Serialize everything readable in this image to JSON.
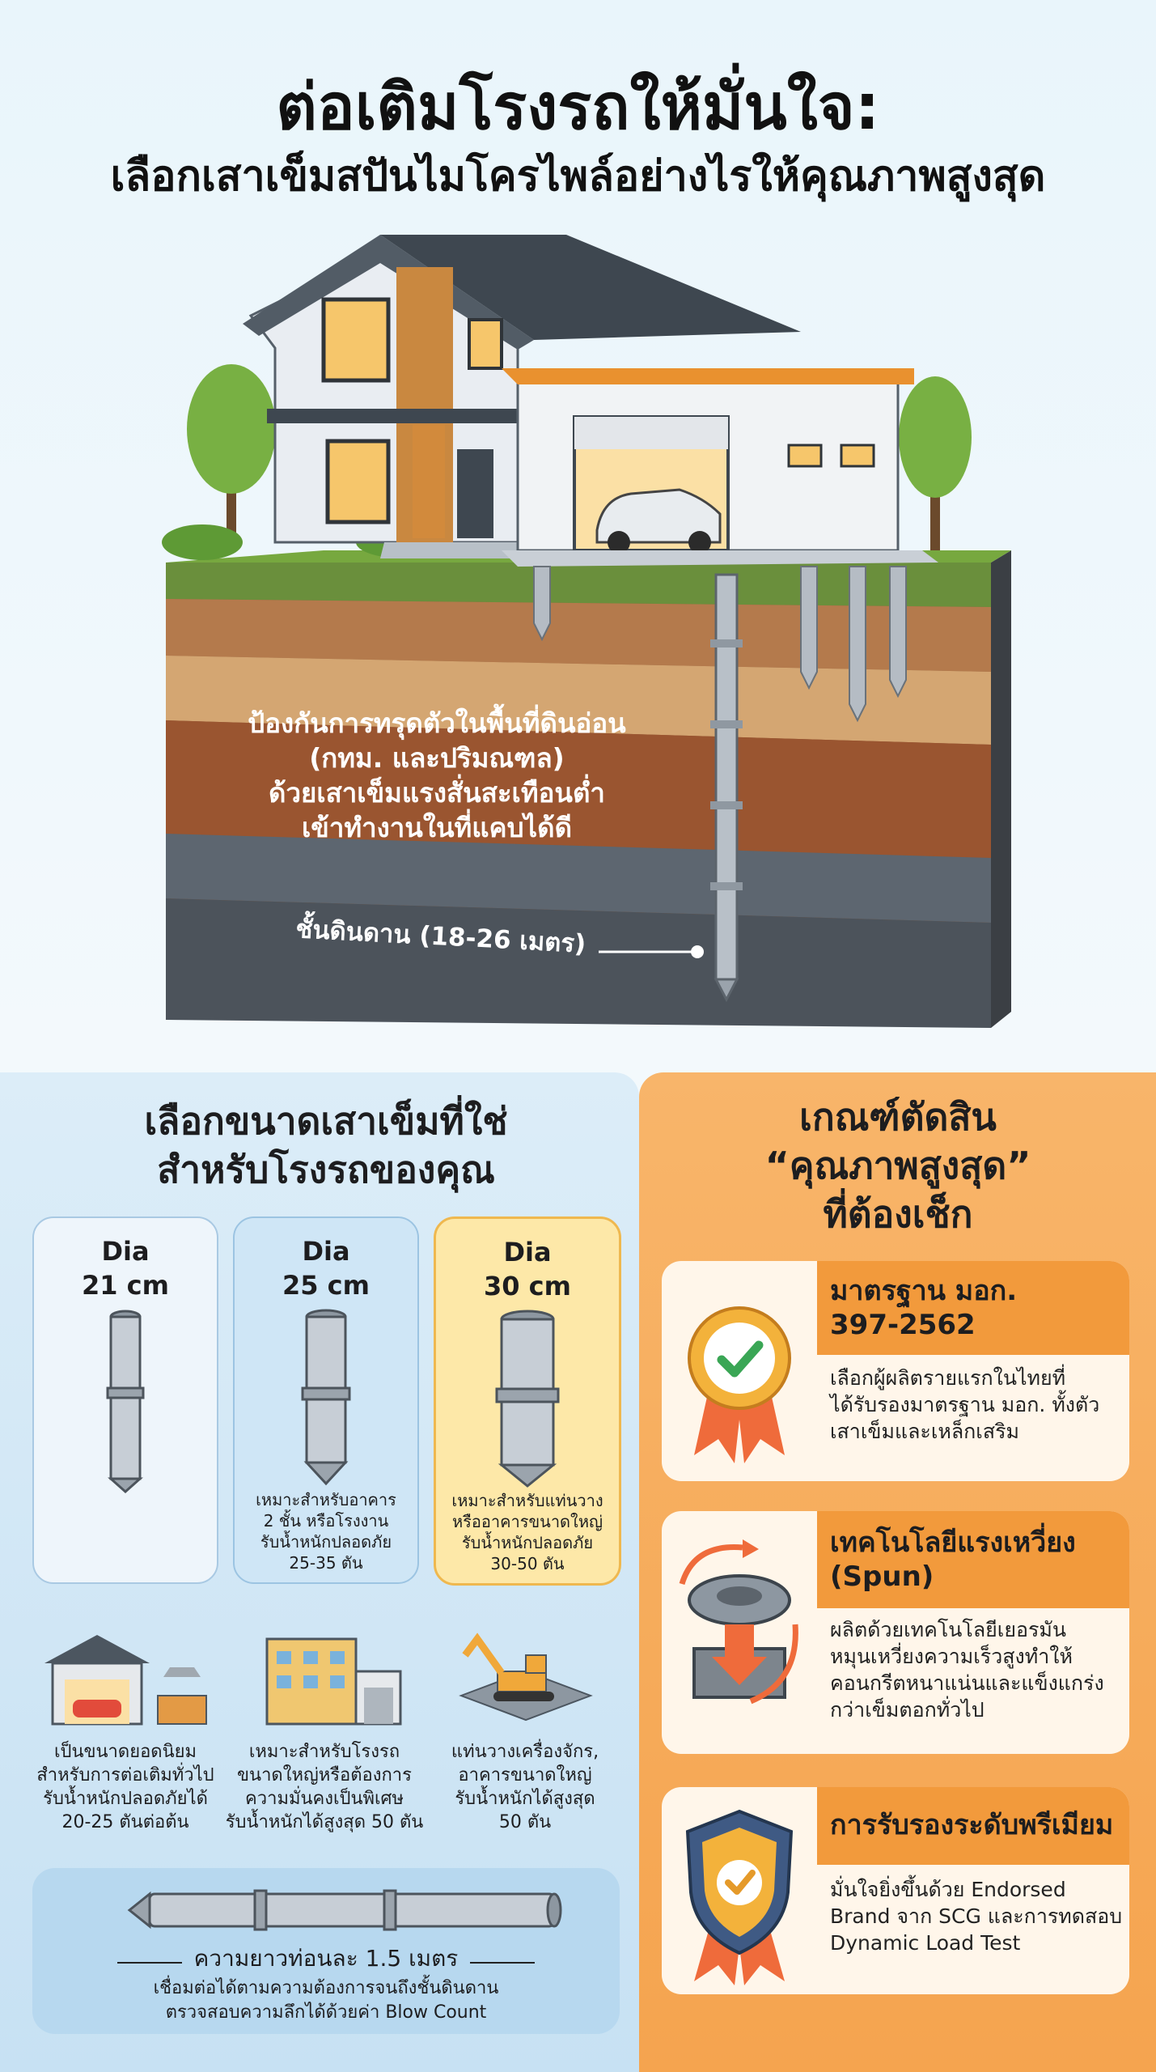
{
  "title": {
    "main": "ต่อเติมโรงรถให้มั่นใจ:",
    "sub": "เลือกเสาเข็มสปันไมโครไพล์อย่างไรให้คุณภาพสูงสุด"
  },
  "hero": {
    "callout_line1": "ป้องกันการทรุดตัวในพื้นที่ดินอ่อน",
    "callout_line2": "(กทม. และปริมณฑล)",
    "callout_line3": "ด้วยเสาเข็มแรงสั่นสะเทือนต่ำ",
    "callout_line4": "เข้าทำงานในที่แคบได้ดี",
    "soil_label": "ชั้นดินดาน (18-26 เมตร)"
  },
  "sizes": {
    "title_line1": "เลือกขนาดเสาเข็มที่ใช่",
    "title_line2": "สำหรับโรงรถของคุณ",
    "cards": [
      {
        "dia": "Dia",
        "size": "21 cm",
        "desc": [
          "",
          "",
          "",
          ""
        ],
        "bottom": [
          "เป็นขนาดยอดนิยม",
          "สำหรับการต่อเติมทั่วไป",
          "รับน้ำหนักปลอดภัยได้",
          "20-25 ตันต่อต้น"
        ]
      },
      {
        "dia": "Dia",
        "size": "25 cm",
        "desc": [
          "เหมาะสำหรับอาคาร",
          "2 ชั้น หรือโรงงาน",
          "รับน้ำหนักปลอดภัย",
          "25-35 ตัน"
        ],
        "bottom": [
          "เหมาะสำหรับโรงรถ",
          "ขนาดใหญ่หรือต้องการ",
          "ความมั่นคงเป็นพิเศษ",
          "รับน้ำหนักได้สูงสุด 50 ตัน"
        ]
      },
      {
        "dia": "Dia",
        "size": "30 cm",
        "desc": [
          "เหมาะสำหรับแท่นวาง",
          "หรืออาคารขนาดใหญ่",
          "รับน้ำหนักปลอดภัย",
          "30-50 ตัน"
        ],
        "bottom": [
          "แท่นวางเครื่องจักร,",
          "อาคารขนาดใหญ่",
          "รับน้ำหนักได้สูงสุด",
          "50 ตัน"
        ]
      }
    ],
    "length_label": "ความยาวท่อนละ 1.5 เมตร",
    "length_note1": "เชื่อมต่อได้ตามความต้องการจนถึงชั้นดินดาน",
    "length_note2": "ตรวจสอบความลึกได้ด้วยค่า Blow Count"
  },
  "criteria": {
    "title_line1": "เกณฑ์ตัดสิน",
    "title_line2": "“คุณภาพสูงสุด”",
    "title_line3": "ที่ต้องเช็ก",
    "items": [
      {
        "head": [
          "มาตรฐาน มอก.",
          "397-2562"
        ],
        "body": [
          "เลือกผู้ผลิตรายแรกในไทยที่",
          "ได้รับรองมาตรฐาน มอก. ทั้งตัว",
          "เสาเข็มและเหล็กเสริม"
        ],
        "icon": "award-ribbon-check-icon"
      },
      {
        "head": [
          "เทคโนโลยีแรงเหวี่ยง",
          "(Spun)"
        ],
        "body": [
          "ผลิตด้วยเทคโนโลยีเยอรมัน",
          "หมุนเหวี่ยงความเร็วสูงทำให้",
          "คอนกรีตหนาแน่นและแข็งแกร่ง",
          "กว่าเข็มตอกทั่วไป"
        ],
        "icon": "spinning-mold-icon"
      },
      {
        "head": [
          "การรับรองระดับพรีเมียม",
          ""
        ],
        "body": [
          "มั่นใจยิ่งขึ้นด้วย Endorsed",
          "Brand จาก SCG และการทดสอบ",
          "Dynamic Load Test"
        ],
        "icon": "shield-check-icon"
      }
    ]
  },
  "colors": {
    "accent_orange": "#f29a3c",
    "panel_blue": "#c7e1f3",
    "highlight_yellow": "#fde8a8",
    "check_green": "#3aa655"
  }
}
